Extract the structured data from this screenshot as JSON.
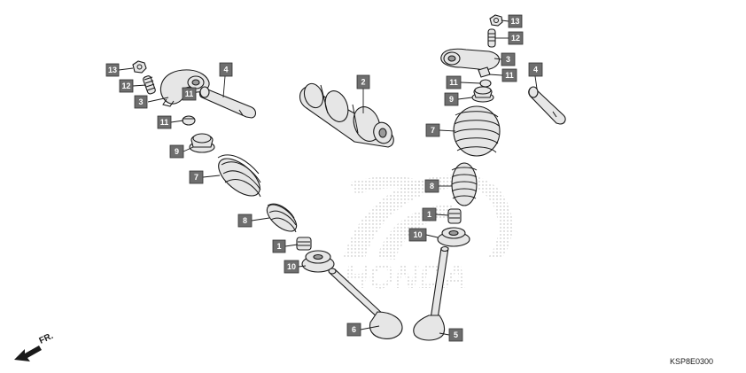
{
  "diagram": {
    "callouts": {
      "c1_left": "1",
      "c1_right": "1",
      "c2": "2",
      "c3_left": "3",
      "c3_right": "3",
      "c4_left": "4",
      "c4_right": "4",
      "c5": "5",
      "c6": "6",
      "c7_left": "7",
      "c7_right": "7",
      "c8_left": "8",
      "c8_right": "8",
      "c9_left": "9",
      "c9_right": "9",
      "c10_left": "10",
      "c10_right": "10",
      "c11_left_a": "11",
      "c11_left_b": "11",
      "c11_right_a": "11",
      "c11_right_b": "11",
      "c12_left": "12",
      "c12_right": "12",
      "c13_left": "13",
      "c13_right": "13"
    },
    "direction_label": "FR.",
    "diagram_code": "KSP8E0300",
    "watermark_text": "HONDA"
  }
}
